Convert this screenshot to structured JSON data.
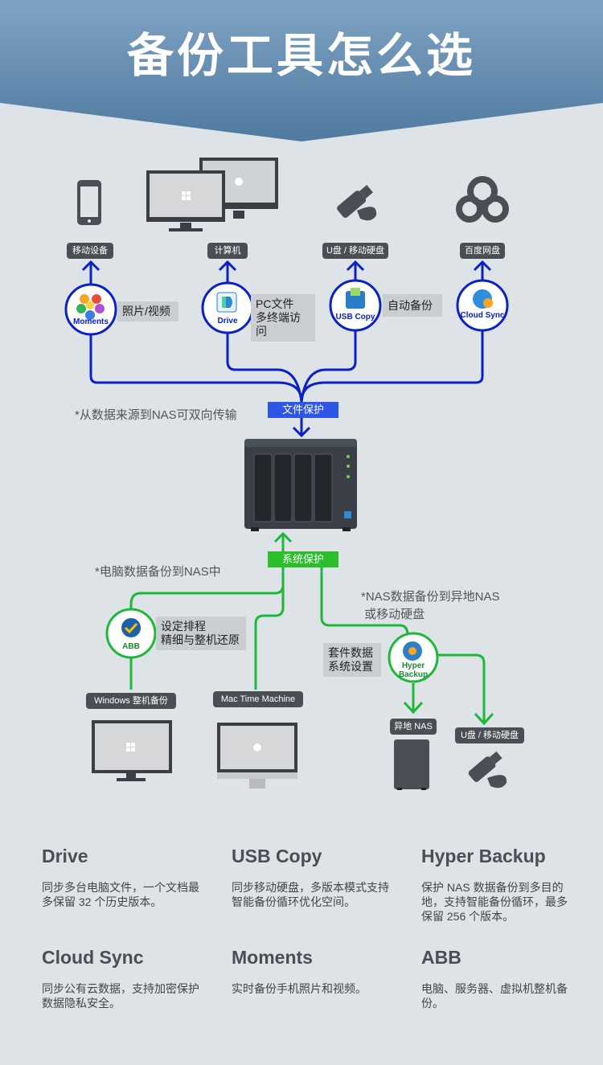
{
  "header": {
    "title": "备份工具怎么选"
  },
  "top_devices": [
    {
      "tag": "移动设备"
    },
    {
      "tag": "计算机"
    },
    {
      "tag": "U盘 / 移动硬盘"
    },
    {
      "tag": "百度网盘"
    }
  ],
  "top_apps": [
    {
      "label": "Moments",
      "note": "照片/视频"
    },
    {
      "label": "Drive",
      "note": "PC文件\n多终端访问"
    },
    {
      "label": "USB Copy",
      "note": "自动备份"
    },
    {
      "label": "Cloud Sync",
      "note": ""
    }
  ],
  "file_protection_label": "文件保护",
  "caption_top": "*从数据来源到NAS可双向传输",
  "system_protection_label": "系统保护",
  "caption_left": "*电脑数据备份到NAS中",
  "caption_right": "*NAS数据备份到异地NAS\n 或移动硬盘",
  "bottom": {
    "abb": {
      "label": "ABB",
      "note": "设定排程\n精细与整机还原",
      "tag": "Windows 整机备份"
    },
    "mac": {
      "tag": "Mac Time Machine"
    },
    "hyper": {
      "label": "Hyper\nBackup",
      "note": "套件数据\n系统设置",
      "tag_nas": "异地 NAS",
      "tag_usb": "U盘 / 移动硬盘"
    }
  },
  "cards": [
    {
      "title": "Drive",
      "desc": "同步多台电脑文件，一个文档最多保留 32 个历史版本。"
    },
    {
      "title": "USB Copy",
      "desc": "同步移动硬盘，多版本模式支持智能备份循环优化空间。"
    },
    {
      "title": "Hyper Backup",
      "desc": "保护 NAS 数据备份到多目的地，支持智能备份循环，最多保留 256 个版本。"
    },
    {
      "title": "Cloud Sync",
      "desc": "同步公有云数据，支持加密保护数据隐私安全。"
    },
    {
      "title": "Moments",
      "desc": "实时备份手机照片和视频。"
    },
    {
      "title": "ABB",
      "desc": "电脑、服务器、虚拟机整机备份。"
    }
  ],
  "colors": {
    "blue": "#0b21c4",
    "green": "#1db83a",
    "banner": "#5d86a8",
    "bg": "#dde3e6"
  }
}
